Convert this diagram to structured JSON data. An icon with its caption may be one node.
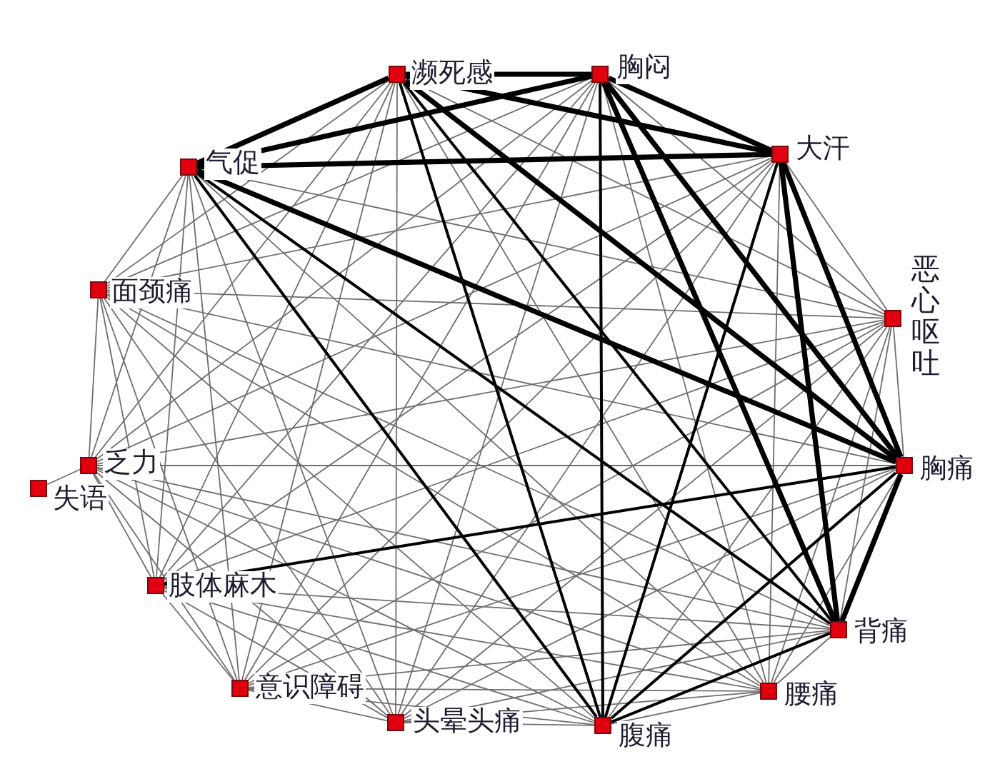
{
  "diagram": {
    "nodes": [
      {
        "text": [],
        "shape": "box",
        "beside": [
          "濒死感"
        ]
      },
      {
        "text": [],
        "shape": "box",
        "beside": [
          "胸闷"
        ]
      },
      {
        "text": [],
        "shape": "box",
        "beside": [
          "大汗"
        ]
      },
      {
        "text": [],
        "shape": "box",
        "beside": [
          "恶心呕吐"
        ]
      },
      {
        "text": [],
        "shape": "box",
        "beside": [
          "胸痛"
        ]
      },
      {
        "text": [],
        "shape": "box",
        "beside": [
          "背痛"
        ]
      },
      {
        "text": [],
        "shape": "box",
        "beside": [
          "腰痛"
        ]
      },
      {
        "text": [],
        "shape": "box",
        "beside": [
          "腹痛"
        ]
      },
      {
        "text": [],
        "shape": "box",
        "beside": [
          "头晕头痛"
        ]
      },
      {
        "text": [],
        "shape": "box",
        "beside": [
          "意识障碍"
        ]
      },
      {
        "text": [],
        "shape": "box",
        "beside": [
          "肢体麻木"
        ]
      },
      {
        "text": [],
        "shape": "box",
        "beside": [
          "失语"
        ]
      },
      {
        "text": [],
        "shape": "box",
        "beside": [
          "乏力"
        ]
      },
      {
        "text": [],
        "shape": "box",
        "beside": [
          "面颈痛"
        ]
      },
      {
        "text": [],
        "shape": "box",
        "beside": [
          "气促"
        ]
      }
    ],
    "edges": [
      {
        "from": 0,
        "to": 1,
        "arrow": "none",
        "style": "thick",
        "color": "#000000"
      },
      {
        "from": 0,
        "to": 2,
        "arrow": "none",
        "style": "thick",
        "color": "#000000"
      },
      {
        "from": 0,
        "to": 3,
        "arrow": "none"
      },
      {
        "from": 0,
        "to": 4,
        "arrow": "none",
        "style": "thick",
        "color": "#000000"
      },
      {
        "from": 0,
        "to": 5,
        "arrow": "none",
        "color": "#000000"
      },
      {
        "from": 0,
        "to": 6,
        "arrow": "none"
      },
      {
        "from": 0,
        "to": 7,
        "arrow": "none",
        "color": "#000000"
      },
      {
        "from": 0,
        "to": 8,
        "arrow": "none"
      },
      {
        "from": 0,
        "to": 9,
        "arrow": "none"
      },
      {
        "from": 0,
        "to": 10,
        "arrow": "none"
      },
      {
        "from": 0,
        "to": 12,
        "arrow": "none"
      },
      {
        "from": 0,
        "to": 13,
        "arrow": "none"
      },
      {
        "from": 0,
        "to": 14,
        "arrow": "none",
        "style": "thick",
        "color": "#000000"
      },
      {
        "from": 1,
        "to": 2,
        "arrow": "none",
        "style": "thick",
        "color": "#000000"
      },
      {
        "from": 1,
        "to": 3,
        "arrow": "none"
      },
      {
        "from": 1,
        "to": 4,
        "arrow": "none",
        "style": "thick",
        "color": "#000000"
      },
      {
        "from": 1,
        "to": 5,
        "arrow": "none",
        "style": "thick",
        "color": "#000000"
      },
      {
        "from": 1,
        "to": 6,
        "arrow": "none"
      },
      {
        "from": 1,
        "to": 7,
        "arrow": "none",
        "color": "#000000"
      },
      {
        "from": 1,
        "to": 8,
        "arrow": "none"
      },
      {
        "from": 1,
        "to": 9,
        "arrow": "none"
      },
      {
        "from": 1,
        "to": 10,
        "arrow": "none"
      },
      {
        "from": 1,
        "to": 12,
        "arrow": "none"
      },
      {
        "from": 1,
        "to": 13,
        "arrow": "none"
      },
      {
        "from": 1,
        "to": 14,
        "arrow": "none",
        "style": "thick",
        "color": "#000000"
      },
      {
        "from": 2,
        "to": 3,
        "arrow": "none"
      },
      {
        "from": 2,
        "to": 4,
        "arrow": "none",
        "style": "thick",
        "color": "#000000"
      },
      {
        "from": 2,
        "to": 5,
        "arrow": "none",
        "style": "thick",
        "color": "#000000"
      },
      {
        "from": 2,
        "to": 6,
        "arrow": "none"
      },
      {
        "from": 2,
        "to": 7,
        "arrow": "none",
        "color": "#000000"
      },
      {
        "from": 2,
        "to": 8,
        "arrow": "none"
      },
      {
        "from": 2,
        "to": 9,
        "arrow": "none"
      },
      {
        "from": 2,
        "to": 10,
        "arrow": "none"
      },
      {
        "from": 2,
        "to": 12,
        "arrow": "none"
      },
      {
        "from": 2,
        "to": 13,
        "arrow": "none"
      },
      {
        "from": 2,
        "to": 14,
        "arrow": "none",
        "style": "thick",
        "color": "#000000"
      },
      {
        "from": 3,
        "to": 4,
        "arrow": "none"
      },
      {
        "from": 3,
        "to": 5,
        "arrow": "none"
      },
      {
        "from": 3,
        "to": 6,
        "arrow": "none"
      },
      {
        "from": 3,
        "to": 7,
        "arrow": "none"
      },
      {
        "from": 3,
        "to": 8,
        "arrow": "none"
      },
      {
        "from": 3,
        "to": 9,
        "arrow": "none"
      },
      {
        "from": 3,
        "to": 10,
        "arrow": "none"
      },
      {
        "from": 3,
        "to": 12,
        "arrow": "none"
      },
      {
        "from": 3,
        "to": 13,
        "arrow": "none"
      },
      {
        "from": 3,
        "to": 14,
        "arrow": "none"
      },
      {
        "from": 4,
        "to": 5,
        "arrow": "none",
        "style": "thick",
        "color": "#000000"
      },
      {
        "from": 4,
        "to": 6,
        "arrow": "none"
      },
      {
        "from": 4,
        "to": 7,
        "arrow": "none",
        "color": "#000000"
      },
      {
        "from": 4,
        "to": 8,
        "arrow": "none"
      },
      {
        "from": 4,
        "to": 9,
        "arrow": "none"
      },
      {
        "from": 4,
        "to": 10,
        "arrow": "none",
        "color": "#000000"
      },
      {
        "from": 4,
        "to": 12,
        "arrow": "none"
      },
      {
        "from": 4,
        "to": 13,
        "arrow": "none"
      },
      {
        "from": 4,
        "to": 14,
        "arrow": "none",
        "style": "thick",
        "color": "#000000"
      },
      {
        "from": 5,
        "to": 6,
        "arrow": "none"
      },
      {
        "from": 5,
        "to": 7,
        "arrow": "none",
        "color": "#000000"
      },
      {
        "from": 5,
        "to": 8,
        "arrow": "none"
      },
      {
        "from": 5,
        "to": 9,
        "arrow": "none"
      },
      {
        "from": 5,
        "to": 10,
        "arrow": "none"
      },
      {
        "from": 5,
        "to": 12,
        "arrow": "none"
      },
      {
        "from": 5,
        "to": 13,
        "arrow": "none"
      },
      {
        "from": 5,
        "to": 14,
        "arrow": "none",
        "color": "#000000"
      },
      {
        "from": 6,
        "to": 7,
        "arrow": "none"
      },
      {
        "from": 6,
        "to": 8,
        "arrow": "none"
      },
      {
        "from": 6,
        "to": 9,
        "arrow": "none"
      },
      {
        "from": 6,
        "to": 10,
        "arrow": "none"
      },
      {
        "from": 6,
        "to": 12,
        "arrow": "none"
      },
      {
        "from": 6,
        "to": 13,
        "arrow": "none"
      },
      {
        "from": 6,
        "to": 14,
        "arrow": "none"
      },
      {
        "from": 7,
        "to": 8,
        "arrow": "none"
      },
      {
        "from": 7,
        "to": 9,
        "arrow": "none"
      },
      {
        "from": 7,
        "to": 10,
        "arrow": "none"
      },
      {
        "from": 7,
        "to": 12,
        "arrow": "none"
      },
      {
        "from": 7,
        "to": 13,
        "arrow": "none"
      },
      {
        "from": 7,
        "to": 14,
        "arrow": "none",
        "color": "#000000"
      },
      {
        "from": 8,
        "to": 9,
        "arrow": "none"
      },
      {
        "from": 8,
        "to": 10,
        "arrow": "none"
      },
      {
        "from": 8,
        "to": 12,
        "arrow": "none"
      },
      {
        "from": 8,
        "to": 13,
        "arrow": "none"
      },
      {
        "from": 8,
        "to": 14,
        "arrow": "none"
      },
      {
        "from": 9,
        "to": 10,
        "arrow": "none"
      },
      {
        "from": 9,
        "to": 12,
        "arrow": "none"
      },
      {
        "from": 9,
        "to": 13,
        "arrow": "none"
      },
      {
        "from": 9,
        "to": 14,
        "arrow": "none"
      },
      {
        "from": 10,
        "to": 12,
        "arrow": "none"
      },
      {
        "from": 10,
        "to": 13,
        "arrow": "none"
      },
      {
        "from": 10,
        "to": 14,
        "arrow": "none"
      },
      {
        "from": 11,
        "to": 12,
        "arrow": "none"
      },
      {
        "from": 12,
        "to": 13,
        "arrow": "none"
      },
      {
        "from": 12,
        "to": 14,
        "arrow": "none"
      },
      {
        "from": 13,
        "to": 14,
        "arrow": "none"
      }
    ]
  }
}
